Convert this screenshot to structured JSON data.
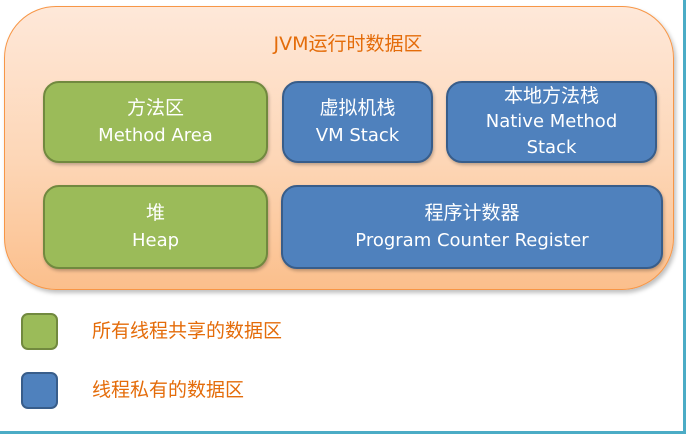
{
  "title": "JVM运行时数据区",
  "colors": {
    "shared": "#9bbb59",
    "private": "#4f81bd",
    "accent_text": "#e46c0a",
    "frame": "#4bacc6"
  },
  "areas": {
    "method_area": {
      "cn": "方法区",
      "en": "Method Area",
      "category": "shared"
    },
    "vm_stack": {
      "cn": "虚拟机栈",
      "en": "VM Stack",
      "category": "private"
    },
    "native_method_stack": {
      "cn": "本地方法栈",
      "en_line1": "Native Method",
      "en_line2": "Stack",
      "category": "private"
    },
    "heap": {
      "cn": "堆",
      "en": "Heap",
      "category": "shared"
    },
    "program_counter": {
      "cn": "程序计数器",
      "en": "Program Counter Register",
      "category": "private"
    }
  },
  "legend": [
    {
      "label": "所有线程共享的数据区",
      "color": "#9bbb59"
    },
    {
      "label": "线程私有的数据区",
      "color": "#4f81bd"
    }
  ]
}
